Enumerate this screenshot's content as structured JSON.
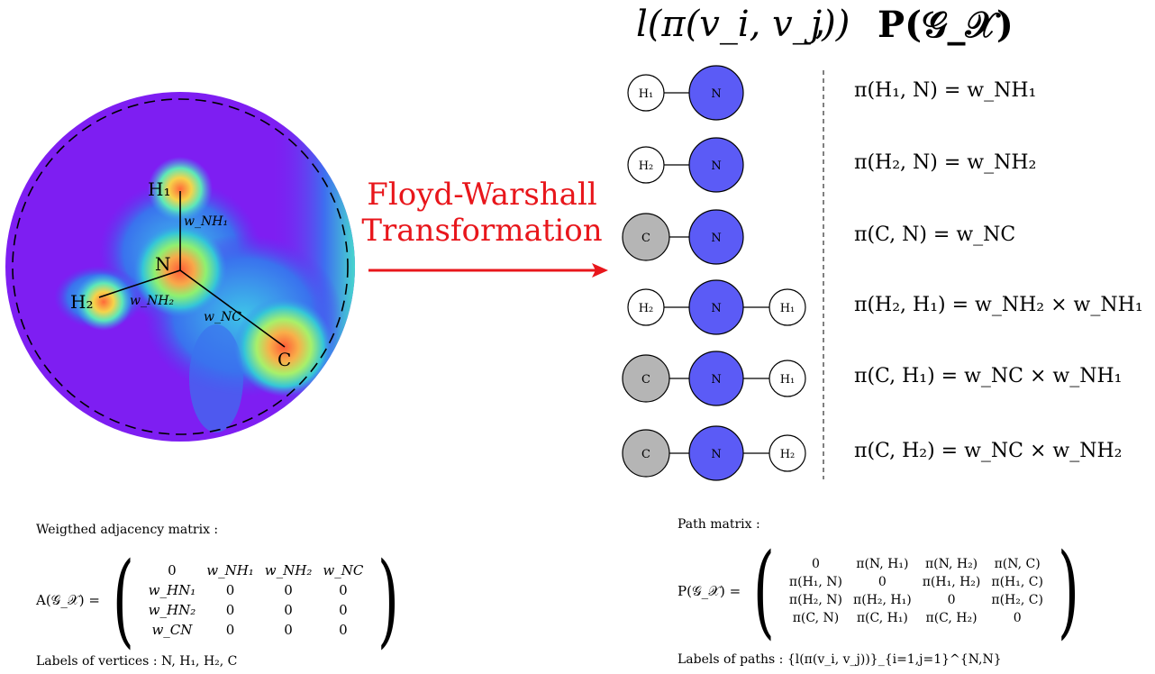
{
  "header": {
    "left": "l(π(v_i, v_j))",
    "comma": ",",
    "right": "P(𝒢_𝒳)"
  },
  "transform_label": [
    "Floyd-Warshall",
    "Transformation"
  ],
  "molecule": {
    "atoms": [
      "H₁",
      "N",
      "H₂",
      "C"
    ],
    "edge_labels": [
      "w_NH₁",
      "w_NH₂",
      "w_NC"
    ]
  },
  "path_rows": [
    {
      "nodes": [
        "H₁",
        "N"
      ],
      "label": "π(H₁, N) = w_NH₁"
    },
    {
      "nodes": [
        "H₂",
        "N"
      ],
      "label": "π(H₂, N) = w_NH₂"
    },
    {
      "nodes": [
        "C",
        "N"
      ],
      "label": "π(C, N) = w_NC"
    },
    {
      "nodes": [
        "H₂",
        "N",
        "H₁"
      ],
      "label": "π(H₂, H₁) = w_NH₂ × w_NH₁"
    },
    {
      "nodes": [
        "C",
        "N",
        "H₁"
      ],
      "label": "π(C, H₁) = w_NC × w_NH₁"
    },
    {
      "nodes": [
        "C",
        "N",
        "H₂"
      ],
      "label": "π(C, H₂) = w_NC × w_NH₂"
    }
  ],
  "adjacency": {
    "caption": "Weigthed adjacency matrix :",
    "lhs": "A(𝒢_𝒳) =",
    "rows": [
      [
        "0",
        "w_NH₁",
        "w_NH₂",
        "w_NC"
      ],
      [
        "w_HN₁",
        "0",
        "0",
        "0"
      ],
      [
        "w_HN₂",
        "0",
        "0",
        "0"
      ],
      [
        "w_CN",
        "0",
        "0",
        "0"
      ]
    ],
    "labels_caption": "Labels of vertices : N, H₁, H₂, C"
  },
  "path_matrix": {
    "caption": "Path matrix :",
    "lhs": "P(𝒢_𝒳) =",
    "rows": [
      [
        "0",
        "π(N, H₁)",
        "π(N, H₂)",
        "π(N, C)"
      ],
      [
        "π(H₁, N)",
        "0",
        "π(H₁, H₂)",
        "π(H₁, C)"
      ],
      [
        "π(H₂, N)",
        "π(H₂, H₁)",
        "0",
        "π(H₂, C)"
      ],
      [
        "π(C, N)",
        "π(C, H₁)",
        "π(C, H₂)",
        "0"
      ]
    ],
    "labels_caption": "Labels of paths : {l(π(v_i, v_j))}_{i=1,j=1}^{N,N}"
  },
  "colors": {
    "nitrogen": "#5b5bf6",
    "carbon": "#b5b5b5",
    "hydrogen": "#ffffff",
    "arrow": "#e8161b",
    "background_field": "#7e1ef2"
  }
}
